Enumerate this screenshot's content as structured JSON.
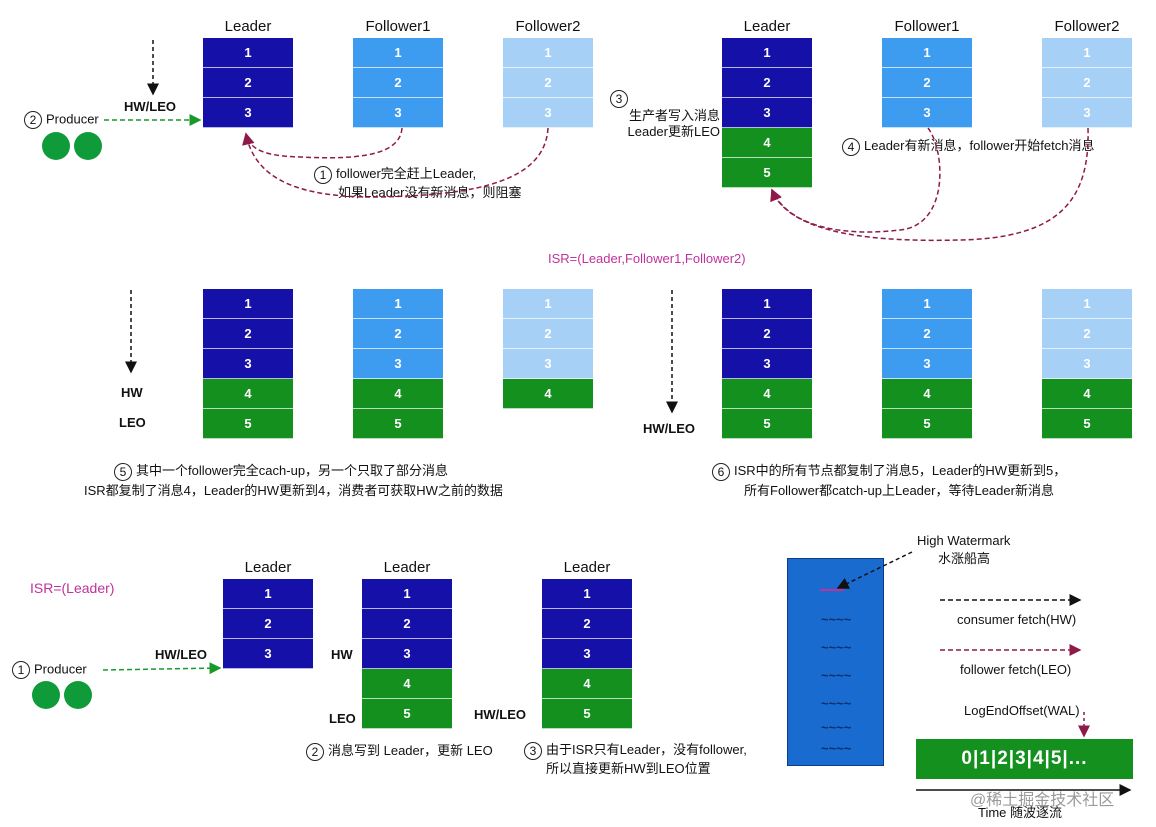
{
  "top_left": {
    "headers": [
      "Leader",
      "Follower1",
      "Follower2"
    ],
    "leader_cells": [
      "1",
      "2",
      "3"
    ],
    "f1_cells": [
      "1",
      "2",
      "3"
    ],
    "f2_cells": [
      "1",
      "2",
      "3"
    ],
    "hwleo": "HW/LEO",
    "producer_num": "2",
    "producer": "Producer",
    "note_num": "1",
    "note_line1": "follower完全赶上Leader,",
    "note_line2": "如果Leader没有新消息，则阻塞"
  },
  "top_right": {
    "headers": [
      "Leader",
      "Follower1",
      "Follower2"
    ],
    "leader_cells": [
      "1",
      "2",
      "3",
      "4",
      "5"
    ],
    "f1_cells": [
      "1",
      "2",
      "3"
    ],
    "f2_cells": [
      "1",
      "2",
      "3"
    ],
    "step3_num": "3",
    "step3_line1": "生产者写入消息",
    "step3_line2": "Leader更新LEO",
    "step4_num": "4",
    "step4_text": "Leader有新消息，follower开始fetch消息"
  },
  "isr_mid": "ISR=(Leader,Follower1,Follower2)",
  "mid_left": {
    "leader_cells": [
      "1",
      "2",
      "3",
      "4",
      "5"
    ],
    "f1_cells": [
      "1",
      "2",
      "3",
      "4",
      "5"
    ],
    "f2_cells": [
      "1",
      "2",
      "3",
      "4"
    ],
    "hw": "HW",
    "leo": "LEO",
    "note_num": "5",
    "note_line1": "其中一个follower完全cach-up，另一个只取了部分消息",
    "note_line2": "ISR都复制了消息4，Leader的HW更新到4，消费者可获取HW之前的数据"
  },
  "mid_right": {
    "leader_cells": [
      "1",
      "2",
      "3",
      "4",
      "5"
    ],
    "f1_cells": [
      "1",
      "2",
      "3",
      "4",
      "5"
    ],
    "f2_cells": [
      "1",
      "2",
      "3",
      "4",
      "5"
    ],
    "hwleo": "HW/LEO",
    "note_num": "6",
    "note_line1": "ISR中的所有节点都复制了消息5，Leader的HW更新到5，",
    "note_line2": "所有Follower都catch-up上Leader，等待Leader新消息"
  },
  "bottom_left": {
    "isr": "ISR=(Leader)",
    "producer_num": "1",
    "producer": "Producer",
    "col1_header": "Leader",
    "col1_cells": [
      "1",
      "2",
      "3"
    ],
    "col1_hwleo": "HW/LEO",
    "col2_header": "Leader",
    "col2_cells": [
      "1",
      "2",
      "3",
      "4",
      "5"
    ],
    "col2_hw": "HW",
    "col2_leo": "LEO",
    "col3_header": "Leader",
    "col3_cells": [
      "1",
      "2",
      "3",
      "4",
      "5"
    ],
    "col3_hwleo": "HW/LEO",
    "note2_num": "2",
    "note2": "消息写到 Leader，更新 LEO",
    "note3_num": "3",
    "note3_line1": "由于ISR只有Leader，没有follower,",
    "note3_line2": "所以直接更新HW到LEO位置"
  },
  "legend": {
    "hw_title": "High Watermark",
    "hw_sub": "水涨船高",
    "consumer": "consumer fetch(HW)",
    "follower": "follower fetch(LEO)",
    "log_end": "LogEndOffset(WAL)",
    "log_bar": "0|1|2|3|4|5|...",
    "time": "Time 随波逐流",
    "wave": "~~~~"
  },
  "watermark": "@稀土掘金技术社区",
  "colors": {
    "dark_blue": "#1510a8",
    "mid_blue": "#3d9cf0",
    "light_blue": "#a6d0f6",
    "green": "#13901e",
    "pink": "#c0329b"
  }
}
